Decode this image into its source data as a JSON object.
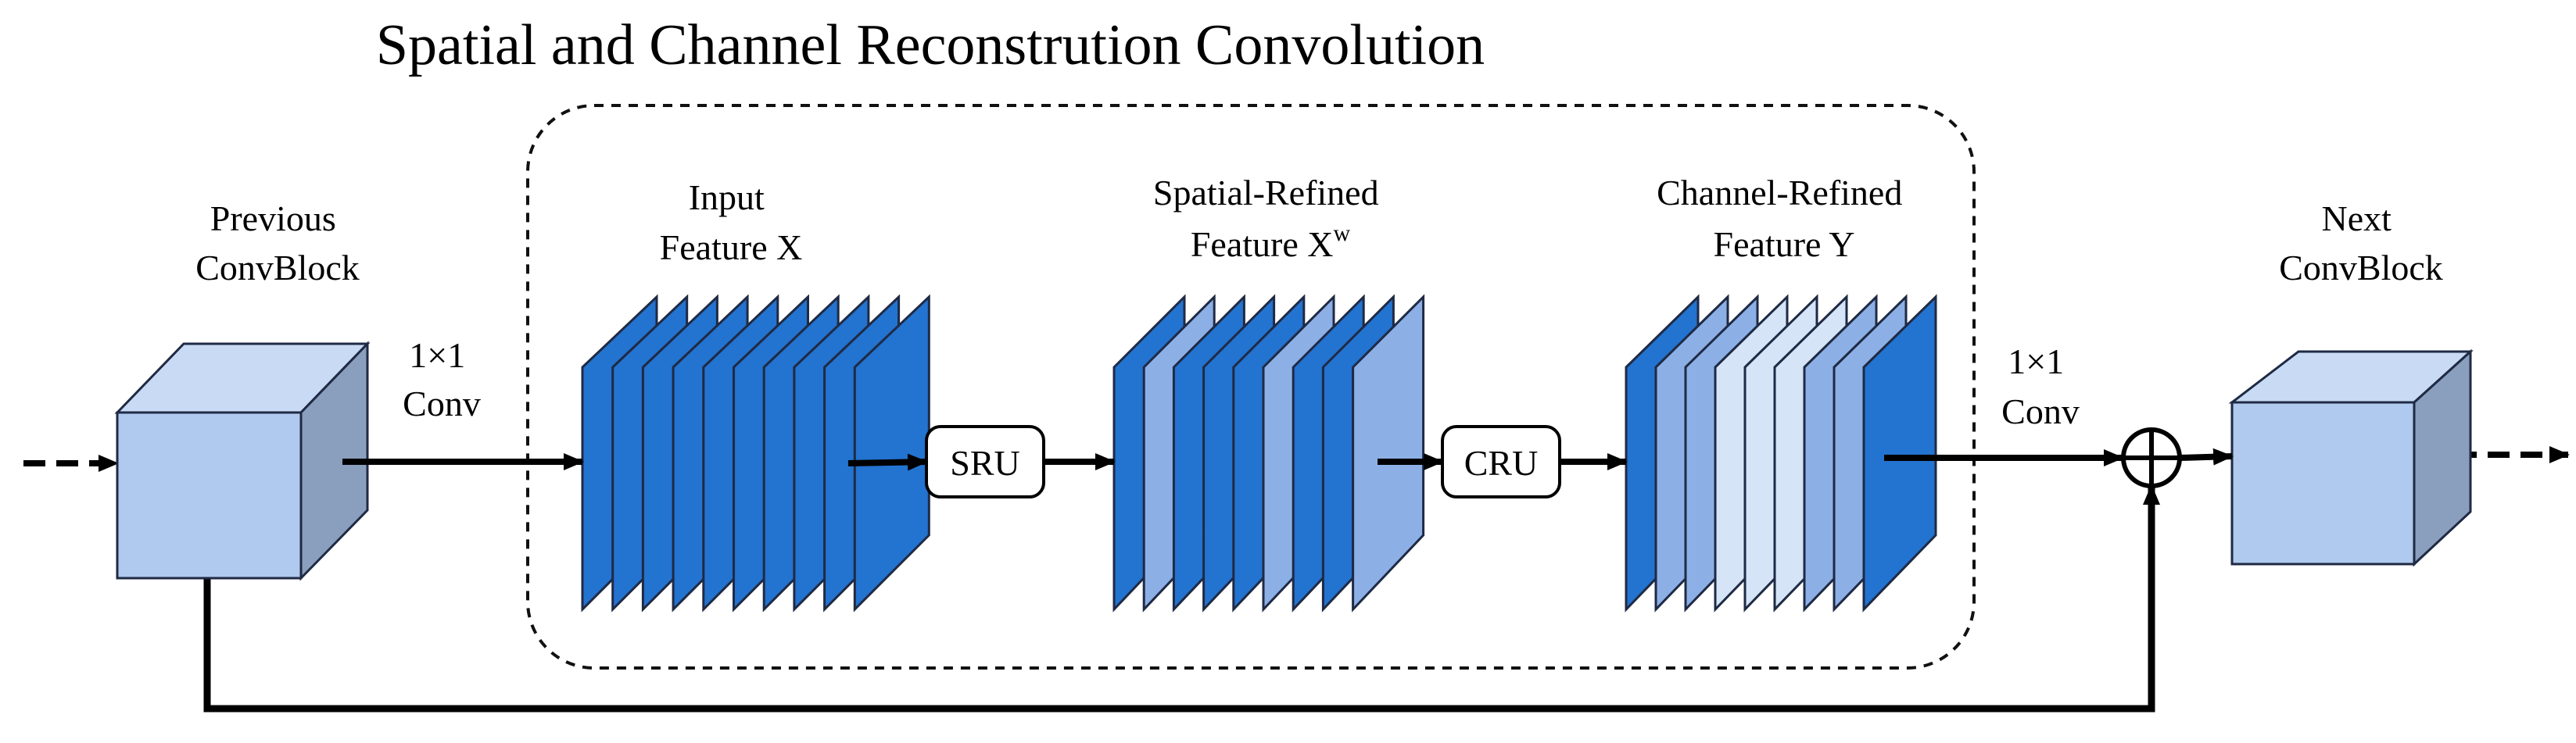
{
  "title": "Spatial and Channel Reconstrution Convolution",
  "blocks": {
    "previous": {
      "line1": "Previous",
      "line2": "ConvBlock"
    },
    "next": {
      "line1": "Next",
      "line2": "ConvBlock"
    }
  },
  "stages": [
    {
      "line1": "Input",
      "line2": "Feature X",
      "sup": ""
    },
    {
      "line1": "Spatial-Refined",
      "line2": "Feature X",
      "sup": "w"
    },
    {
      "line1": "Channel-Refined",
      "line2": "Feature Y",
      "sup": ""
    }
  ],
  "units": {
    "sru": "SRU",
    "cru": "CRU"
  },
  "conv_in": {
    "line1": "1×1",
    "line2": "Conv"
  },
  "conv_out": {
    "line1": "1×1",
    "line2": "Conv"
  },
  "colors": {
    "cube_front": "#b0c9ee",
    "cube_top": "#c8daf4",
    "cube_side": "#8a9fbd",
    "sheet_dark": "#2373d0",
    "sheet_mid": "#8cb0e6",
    "sheet_light": "#d5e4f7",
    "sheet_stroke": "#1f2a44"
  },
  "stacks": [
    {
      "sheets": [
        "dark",
        "dark",
        "dark",
        "dark",
        "dark",
        "dark",
        "dark",
        "dark",
        "dark",
        "dark"
      ]
    },
    {
      "sheets": [
        "dark",
        "mid",
        "dark",
        "dark",
        "dark",
        "mid",
        "dark",
        "dark",
        "mid"
      ]
    },
    {
      "sheets": [
        "dark",
        "mid",
        "mid",
        "light",
        "light",
        "light",
        "mid",
        "mid",
        "dark"
      ]
    }
  ]
}
